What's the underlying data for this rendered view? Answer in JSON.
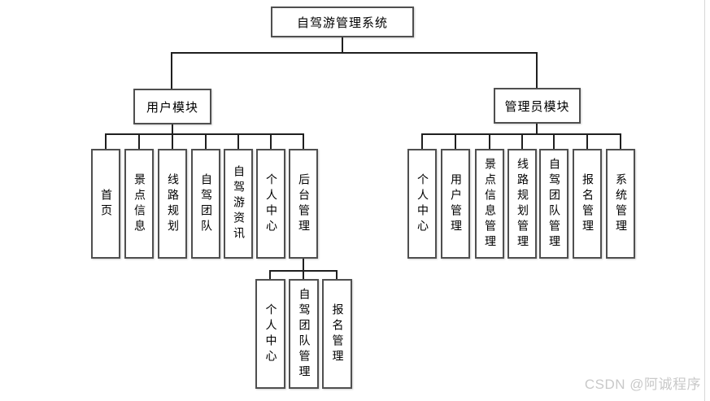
{
  "diagram": {
    "title": "自驾游管理系统",
    "modules": {
      "user": {
        "label": "用户模块",
        "children": [
          "首页",
          "景点信息",
          "线路规划",
          "自驾团队",
          "自驾游资讯",
          "个人中心",
          "后台管理"
        ]
      },
      "admin": {
        "label": "管理员模块",
        "children": [
          "个人中心",
          "用户管理",
          "景点信息管理",
          "线路规划管理",
          "自驾团队管理",
          "报名管理",
          "系统管理"
        ]
      },
      "backend": {
        "parent_label": "后台管理",
        "children": [
          "个人中心",
          "自驾团队管理",
          "报名管理"
        ]
      }
    },
    "colors": {
      "line": "#1f1f1f",
      "node_border": "#4f4f4f",
      "background": "#ffffff",
      "watermark": "#c9c9c9"
    }
  },
  "watermark": {
    "text": "CSDN @阿诚程序"
  }
}
